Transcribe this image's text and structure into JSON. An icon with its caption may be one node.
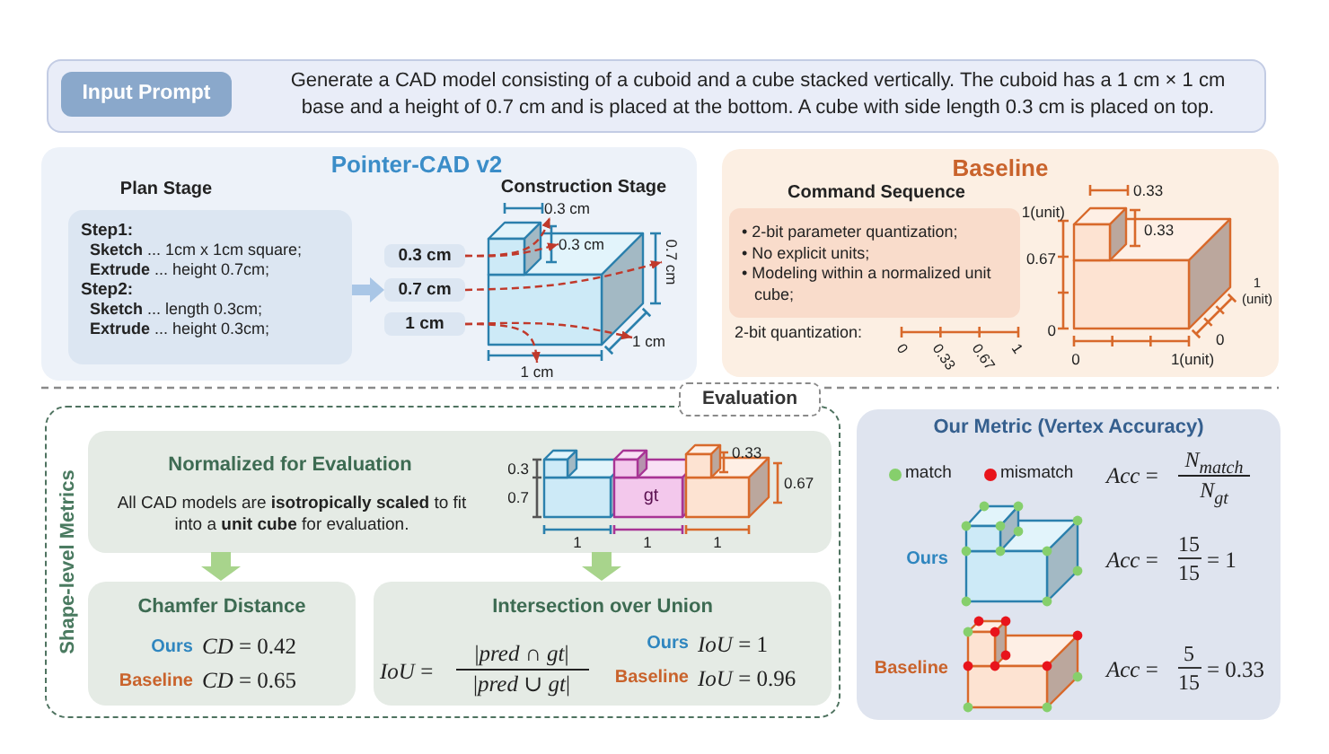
{
  "diagram": {
    "nodes": [
      {
        "text": [
          "Generate a CAD model consisting of a cuboid and a cube stacked vertically. The cuboid has a 1 cm × 1 cm base and a height of 0.7 cm and is placed at the bottom. A cube with side length 0.3 cm is placed on top."
        ]
      },
      {
        "text": [
          "Input Prompt"
        ],
        "in": 0
      },
      {
        "text": [
          "Pointer-CAD v2",
          "Plan Stage",
          "Construction Stage"
        ]
      },
      {
        "text": [
          "Step1:",
          "**Sketch** ... 1cm x 1cm square;",
          "**Extrude** ... height 0.7cm;",
          "Step2:",
          "**Sketch** ... length 0.3cm;",
          "**Extrude** ... height 0.3cm;"
        ],
        "in": 2
      },
      {
        "text": [
          "0.3 cm"
        ],
        "in": 2
      },
      {
        "text": [
          "0.7 cm"
        ],
        "in": 2
      },
      {
        "text": [
          "1 cm"
        ],
        "in": 2
      },
      {
        "text": [
          "0.3 cm"
        ],
        "in": 2
      },
      {
        "text": [
          "0.3 cm"
        ],
        "in": 2
      },
      {
        "text": [
          "0.7 cm"
        ],
        "in": 2
      },
      {
        "text": [
          "1 cm"
        ],
        "in": 2
      },
      {
        "text": [
          "1 cm"
        ],
        "in": 2
      },
      {
        "text": [
          "Baseline",
          "Command Sequence",
          "0.33",
          "1(unit)",
          "0.33",
          "0.67",
          "1 (unit)",
          "0",
          "0",
          "2-bit quantization:",
          "0",
          "0.33",
          "0.67",
          "1",
          "0",
          "1(unit)"
        ]
      },
      {
        "text": [
          "• 2-bit parameter quantization;",
          "• No explicit units;",
          "• Modeling within a normalized unit cube;"
        ],
        "in": 12
      },
      {
        "text": [
          "Evaluation"
        ]
      },
      {
        "text": [
          "Shape-level Metrics"
        ]
      },
      {
        "text": [
          "Normalized for Evaluation",
          "All CAD models are **isotropically scaled** to fit into a **unit cube** for evaluation.",
          "0.3",
          "0.7",
          "gt",
          "0.33",
          "0.67",
          "1",
          "1",
          "1"
        ],
        "in": 15
      },
      {
        "text": [
          "Chamfer Distance",
          "Ours",
          "*CD* = 0.42",
          "Baseline",
          "*CD* = 0.65"
        ],
        "in": 15
      },
      {
        "text": [
          "Intersection over Union",
          "*IoU* =",
          "|*pred* ∩ *gt*|",
          "|*pred* ∪ *gt*|",
          "Ours",
          "*IoU* = 1",
          "Baseline",
          "*IoU* = 0.96"
        ],
        "in": 15
      },
      {
        "text": [
          "Our Metric (Vertex Accuracy)",
          "*Acc* =",
          "N$_{match}$",
          "N$_{gt}$",
          "Ours",
          "*Acc* =",
          "15",
          "15",
          "= 1",
          "Baseline",
          "*Acc* =",
          "5",
          "15",
          "= 0.33"
        ]
      }
    ],
    "edges": [
      {
        "from": 3,
        "to": 5,
        "arrow": "to",
        "style": "thick",
        "color": "#a9c6e6"
      },
      {
        "from": 4,
        "to": 7,
        "arrow": "to",
        "style": "dashed",
        "color": "#c0392b"
      },
      {
        "from": 4,
        "to": 8,
        "arrow": "to",
        "style": "dashed",
        "color": "#c0392b"
      },
      {
        "from": 5,
        "to": 9,
        "arrow": "to",
        "style": "dashed",
        "color": "#c0392b"
      },
      {
        "from": 6,
        "to": 10,
        "arrow": "to",
        "style": "dashed",
        "color": "#c0392b"
      },
      {
        "from": 6,
        "to": 11,
        "arrow": "to",
        "style": "dashed",
        "color": "#c0392b"
      },
      {
        "from": 16,
        "to": 17,
        "arrow": "to",
        "style": "thick",
        "color": "#a8d48c"
      },
      {
        "from": 16,
        "to": 18,
        "arrow": "to",
        "style": "thick",
        "color": "#a8d48c"
      }
    ],
    "legend": [
      {
        "text": "match",
        "color": "#86cf6c"
      },
      {
        "text": "mismatch",
        "color": "#e8141b"
      }
    ]
  }
}
